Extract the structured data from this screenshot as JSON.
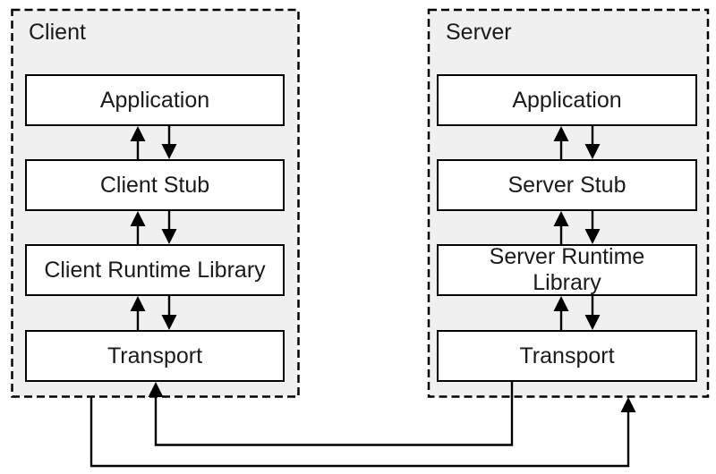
{
  "client": {
    "title": "Client",
    "boxes": [
      {
        "label": "Application"
      },
      {
        "label": "Client Stub"
      },
      {
        "label": "Client Runtime Library"
      },
      {
        "label": "Transport"
      }
    ]
  },
  "server": {
    "title": "Server",
    "boxes": [
      {
        "label": "Application"
      },
      {
        "label": "Server Stub"
      },
      {
        "label": "Server Runtime Library"
      },
      {
        "label": "Transport"
      }
    ]
  },
  "colors": {
    "panel_fill": "#f0f0f0",
    "box_fill": "#ffffff",
    "line": "#000000",
    "text": "#1a1a1a"
  }
}
